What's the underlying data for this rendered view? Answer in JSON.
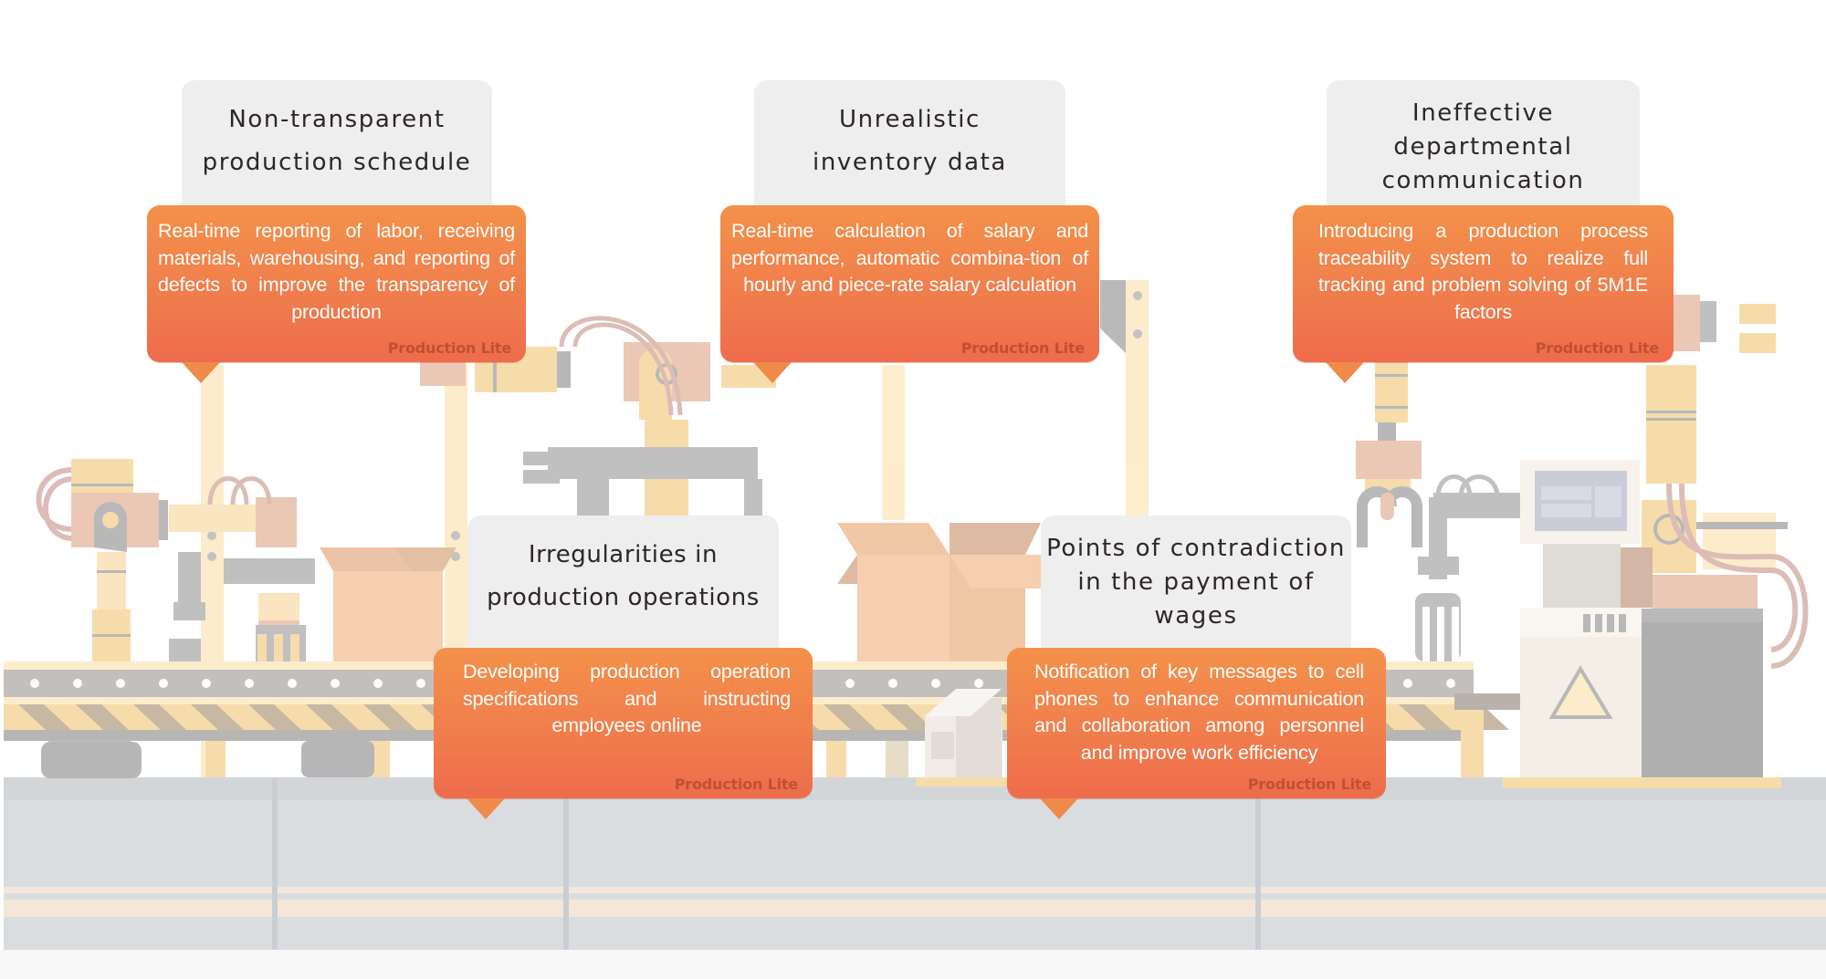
{
  "colors": {
    "title_box": "#eeeeee",
    "title_text": "#2e2626",
    "callout_gradient_top": "#f3914a",
    "callout_gradient_bottom": "#ee6c4c",
    "callout_text": "#ffffff",
    "brand_text": "#b04628",
    "floor": "#c8cdd1"
  },
  "brand_label": "Production Lite",
  "cards": [
    {
      "title": "Non-transparent production schedule",
      "title_lines": [
        "Non-transparent",
        "production schedule"
      ],
      "description": "Real-time reporting of labor, receiving materials, warehousing, and reporting of defects to improve the transparency of production",
      "brand": "Production Lite"
    },
    {
      "title": "Unrealistic inventory data",
      "title_lines": [
        "Unrealistic",
        "inventory data"
      ],
      "description": "Real-time calculation of salary and performance, automatic combina-tion of hourly and piece-rate salary calculation",
      "brand": "Production Lite"
    },
    {
      "title": "Ineffective departmental communication",
      "title_lines": [
        "Ineffective",
        "departmental",
        "communication"
      ],
      "description": "Introducing a production process traceability system to realize full tracking and problem solving of 5M1E factors",
      "brand": "Production Lite"
    },
    {
      "title": "Irregularities in production operations",
      "title_lines": [
        "Irregularities in",
        "production operations"
      ],
      "description": "Developing production operation specifications and instructing employees online",
      "brand": "Production Lite"
    },
    {
      "title": "Points of contradiction in the payment of wages",
      "title_lines": [
        "Points of contradiction",
        "in the payment of",
        "wages"
      ],
      "description": "Notification of key messages to cell phones to enhance communication and collaboration among personnel and improve work efficiency",
      "brand": "Production Lite"
    }
  ],
  "illustration": {
    "subject": "factory-production-line",
    "elements": [
      "robot-arm",
      "conveyor-belt",
      "cardboard-box",
      "control-machine",
      "warning-triangle",
      "printer"
    ]
  }
}
